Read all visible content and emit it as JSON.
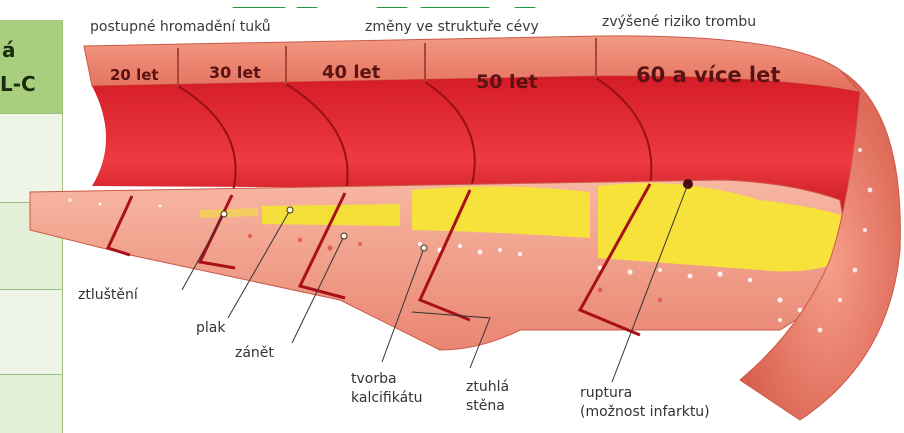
{
  "table_fragment": {
    "header_lines": [
      "á",
      "L-C"
    ],
    "header_color": "#a8cf7e",
    "row_color": "#eef5e6",
    "row_alt_color": "#e4efd8",
    "border_color": "#9fbf7f"
  },
  "title_strip_color": "#1d9a3e",
  "top_labels": [
    "postupné hromadění tuků",
    "změny ve struktuře cévy",
    "zvýšené riziko trombu"
  ],
  "ages": [
    "20 let",
    "30 let",
    "40 let",
    "50 let",
    "60 a více let"
  ],
  "callouts": {
    "thickening": "ztluštění",
    "plaque": "plak",
    "inflammation": "zánět",
    "calcification_line1": "tvorba",
    "calcification_line2": "kalcifikátu",
    "stiff_wall_line1": "ztuhlá",
    "stiff_wall_line2": "stěna",
    "rupture_line1": "ruptura",
    "rupture_line2": "(možnost infarktu)"
  },
  "colors": {
    "outer_wall": "#f08a72",
    "outer_wall_dark": "#d9654f",
    "lumen": "#e32630",
    "lumen_dark": "#b8141e",
    "plaque": "#f6e23a",
    "intima": "#f7c6b4",
    "section_edge": "#a8101a"
  }
}
